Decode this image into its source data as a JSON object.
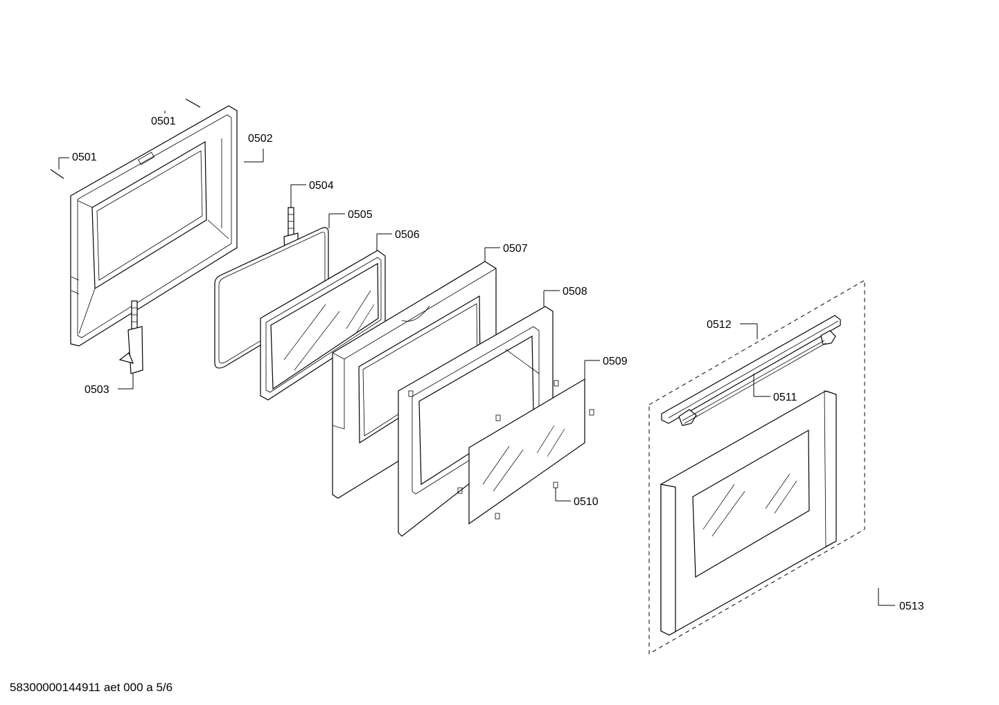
{
  "labels": {
    "p0501a": "0501",
    "p0501b": "0501",
    "p0502": "0502",
    "p0503": "0503",
    "p0504": "0504",
    "p0505": "0505",
    "p0506": "0506",
    "p0507": "0507",
    "p0508": "0508",
    "p0509": "0509",
    "p0510": "0510",
    "p0511": "0511",
    "p0512": "0512",
    "p0513": "0513"
  },
  "footer": {
    "doc_code": "58300000144911 aet 000 a 5/6"
  }
}
